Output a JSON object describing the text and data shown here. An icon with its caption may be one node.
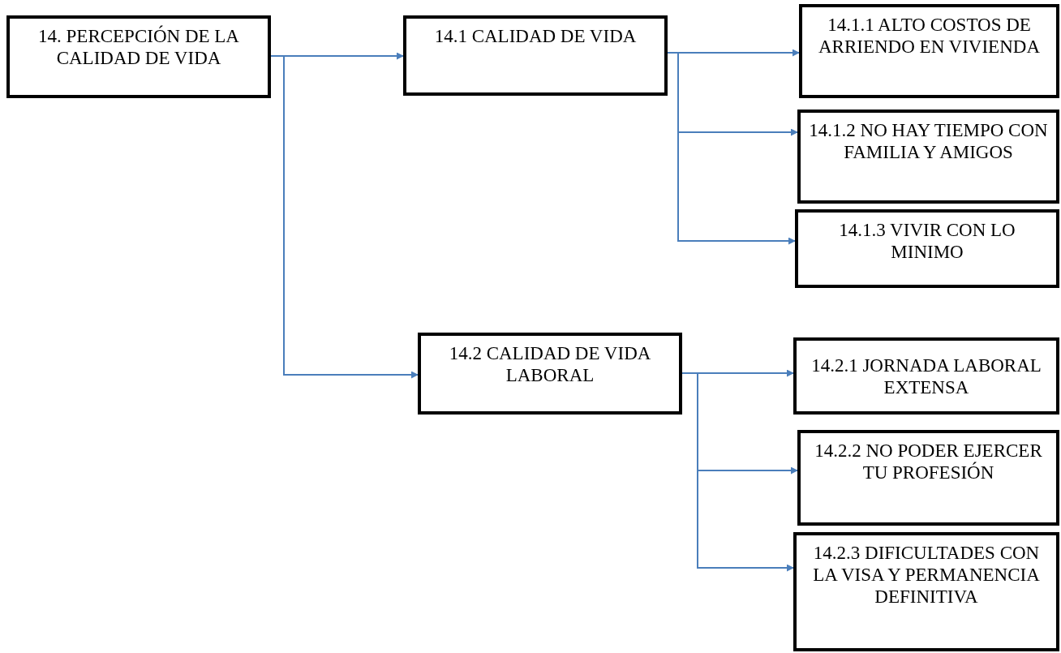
{
  "diagram": {
    "nodes": [
      {
        "text": [
          "14. PERCEPCIÓN DE LA CALIDAD DE VIDA"
        ]
      },
      {
        "text": [
          "14.1 CALIDAD DE VIDA"
        ]
      },
      {
        "text": [
          "14.1.1 ALTO COSTOS DE ARRIENDO EN VIVIENDA"
        ]
      },
      {
        "text": [
          "14.1.2 NO HAY TIEMPO CON FAMILIA Y AMIGOS"
        ]
      },
      {
        "text": [
          "14.1.3 VIVIR CON LO MINIMO"
        ]
      },
      {
        "text": [
          "14.2 CALIDAD DE VIDA LABORAL"
        ]
      },
      {
        "text": [
          "14.2.1 JORNADA LABORAL EXTENSA"
        ]
      },
      {
        "text": [
          "14.2.2 NO PODER EJERCER TU PROFESIÓN"
        ]
      },
      {
        "text": [
          "14.2.3 DIFICULTADES CON LA VISA Y PERMANENCIA DEFINITIVA"
        ]
      }
    ],
    "edges": [
      {
        "from": 0,
        "to": 1,
        "arrow": "to"
      },
      {
        "from": 0,
        "to": 5,
        "arrow": "to"
      },
      {
        "from": 1,
        "to": 2,
        "arrow": "to"
      },
      {
        "from": 1,
        "to": 3,
        "arrow": "to"
      },
      {
        "from": 1,
        "to": 4,
        "arrow": "to"
      },
      {
        "from": 5,
        "to": 6,
        "arrow": "to"
      },
      {
        "from": 5,
        "to": 7,
        "arrow": "to"
      },
      {
        "from": 5,
        "to": 8,
        "arrow": "to"
      }
    ]
  }
}
